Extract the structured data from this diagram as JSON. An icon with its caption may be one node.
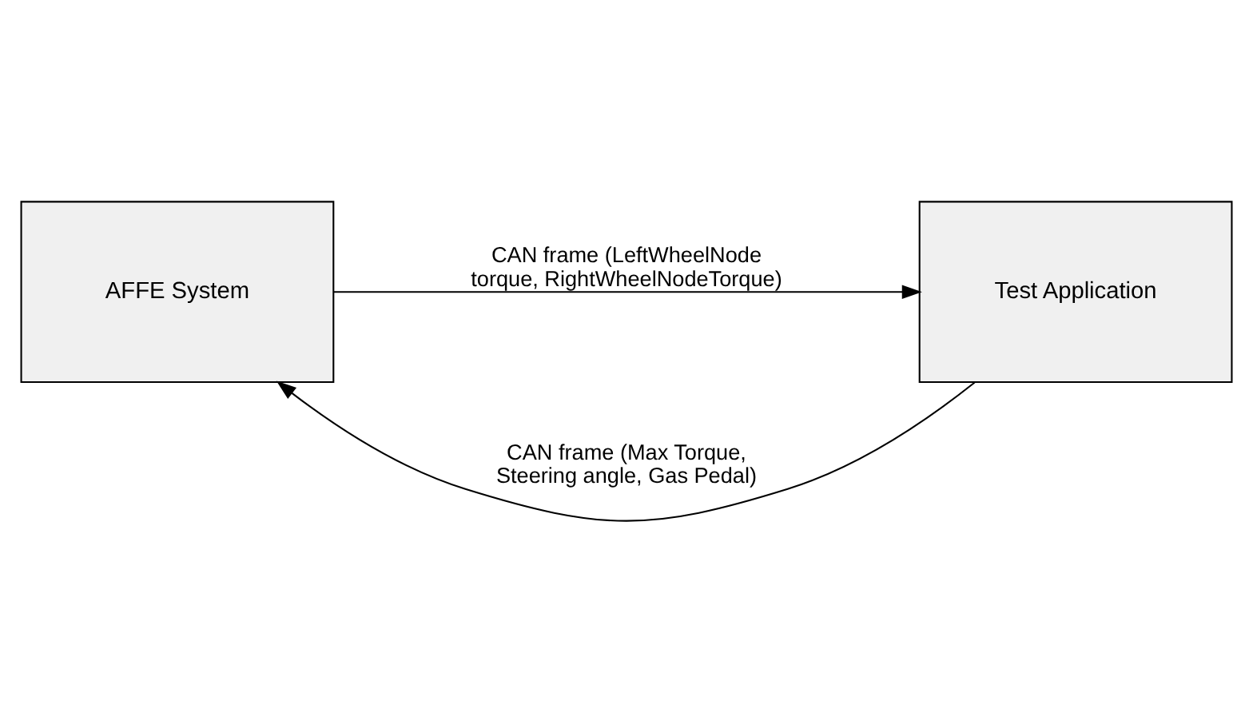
{
  "diagram": {
    "nodes": [
      {
        "text": [
          "AFFE System"
        ]
      },
      {
        "text": [
          "Test Application"
        ]
      }
    ],
    "edges": [
      {
        "from": 1,
        "to": 0,
        "arrow": "to",
        "label": "CAN frame (Max Torque, Steering angle, Gas Pedal)"
      },
      {
        "from": 0,
        "to": 1,
        "arrow": "to",
        "label": "CAN frame (LeftWheelNode torque, RightWheelNodeTorque)"
      }
    ]
  }
}
